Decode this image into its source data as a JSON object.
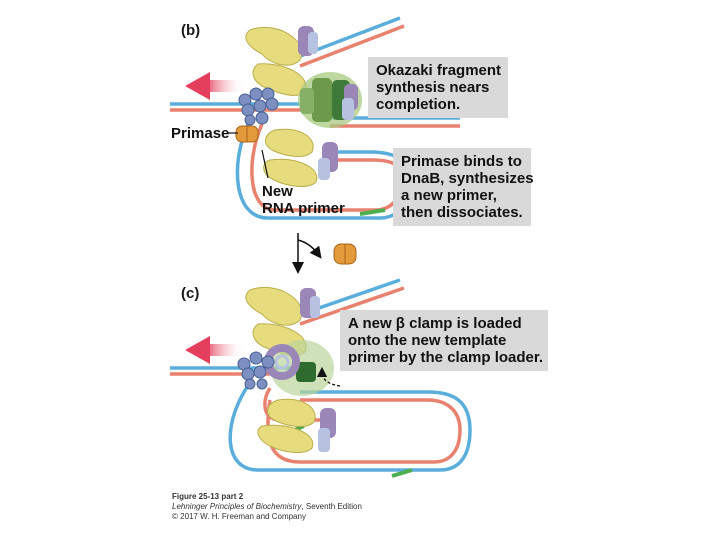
{
  "panel_b": {
    "letter": "(b)",
    "callout_1": [
      "Okazaki fragment",
      "synthesis nears",
      "completion."
    ],
    "callout_2": [
      "Primase binds to",
      "DnaB, synthesizes",
      "a new primer,",
      "then dissociates."
    ],
    "primase_label": "Primase",
    "primer_label": [
      "New",
      "RNA primer"
    ]
  },
  "panel_c": {
    "letter": "(c)",
    "callout": [
      "A new β clamp is loaded",
      "onto the new template",
      "primer by the clamp loader."
    ]
  },
  "caption": {
    "figure": "Figure 25-13 part 2",
    "book_title": "Lehninger Principles of Biochemistry",
    "edition": ", Seventh Edition",
    "copyright": "© 2017 W. H. Freeman and Company"
  },
  "colors": {
    "blue_strand": "#5aaedb",
    "orange_strand": "#e8826e",
    "green_primer": "#4caf50",
    "yellow_protein": "#e6dc7e",
    "purple_clamp": "#9b86b8",
    "primase": "#e39a3b",
    "helicase_beads": "#7b8fc0",
    "arrow_red": "#e4405e",
    "callout_bg": "#d9d9d9"
  }
}
